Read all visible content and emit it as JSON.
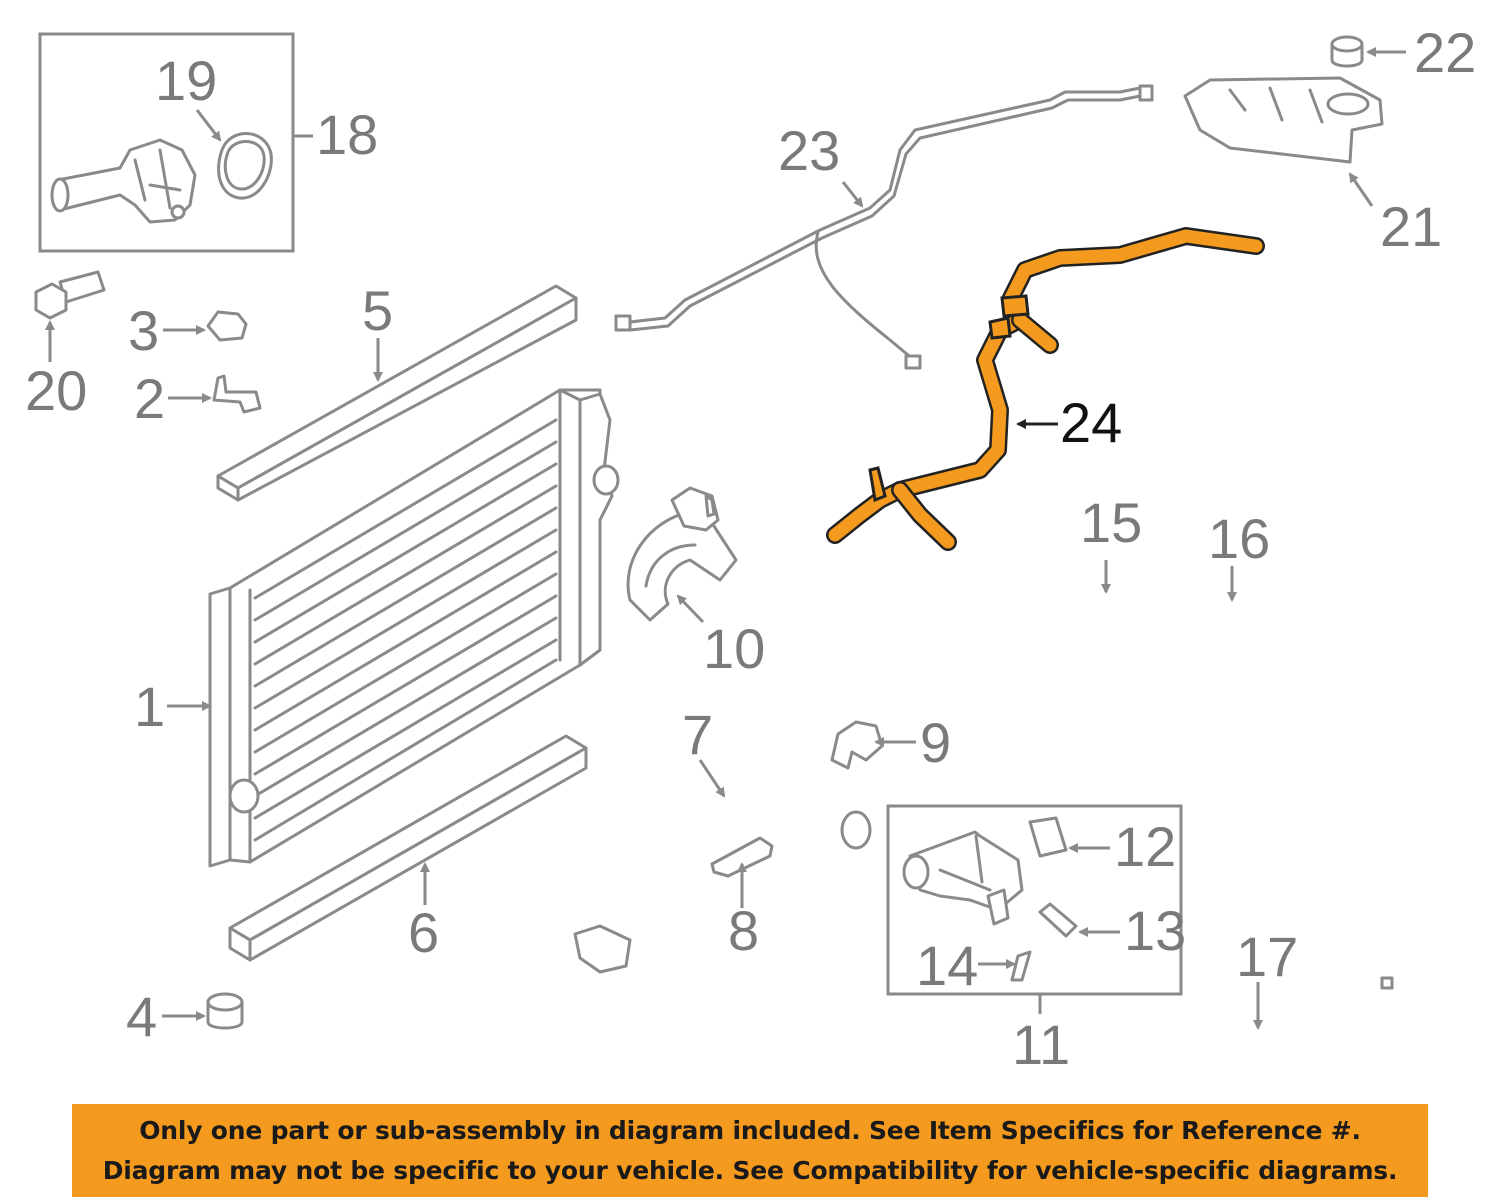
{
  "diagram": {
    "labels": {
      "p1": "1",
      "p2": "2",
      "p3": "3",
      "p4": "4",
      "p5": "5",
      "p6": "6",
      "p7": "7",
      "p8": "8",
      "p9": "9",
      "p10": "10",
      "p11": "11",
      "p12": "12",
      "p13": "13",
      "p14": "14",
      "p15": "15",
      "p16": "16",
      "p17": "17",
      "p18": "18",
      "p19": "19",
      "p20": "20",
      "p21": "21",
      "p22": "22",
      "p23": "23",
      "p24": "24"
    },
    "highlighted_part": "24",
    "colors": {
      "highlight_part": "#f39a1f",
      "line_art": "#8a8a8a",
      "banner_background": "#f39a1f"
    }
  },
  "banner": {
    "line1": "Only one part or sub-assembly in diagram included. See Item Specifics for Reference #.",
    "line2": "Diagram may not be specific to your vehicle. See Compatibility for vehicle-specific diagrams."
  }
}
